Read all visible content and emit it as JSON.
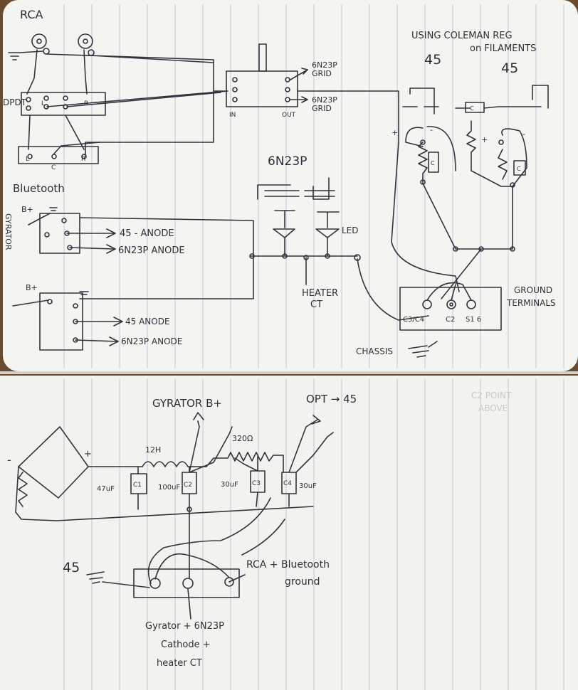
{
  "labels": {
    "rca": "RCA",
    "dpdt": "DPDT",
    "l1": "L",
    "c1": "C",
    "r1": "R",
    "bluetooth": "Bluetooth",
    "l2": "L",
    "c2": "C",
    "r2": "R",
    "grid1": "6N23P\nGRID",
    "grid2": "6N23P\nGRID",
    "in_lbl": "IN",
    "out_lbl": "OUT",
    "tube_6n23p": "6N23P",
    "led": "LED",
    "heater_ct": "HEATER\nCT",
    "using_coleman": "USING COLEMAN REG\non FILAMENTS",
    "tube45_a": "45",
    "tube45_b": "45",
    "plus_a": "+",
    "minus_a": "-",
    "plus_b": "+",
    "minus_b": "-",
    "c_a": "C",
    "c_b": "C",
    "c_c": "C",
    "ground_terminals": "GROUND\nTERMINALS",
    "c3c4": "C3/C4",
    "c2_term": "C2",
    "s1_6": "S1 6",
    "chassis": "CHASSIS",
    "gyrator": "GYRATOR",
    "b_plus_1": "B+",
    "b_plus_2": "B+",
    "anode_45_1": "45 - ANODE",
    "anode_6n23p_1": "6N23P ANODE",
    "anode_45_2": "45 ANODE",
    "anode_6n23p_2": "6N23P ANODE",
    "gyrator_bplus": "GYRATOR B+",
    "opt_45": "OPT → 45",
    "c2_point_above": "C2 POINT\nABOVE",
    "minus_rect": "-",
    "plus_rect": "+",
    "choke_12h": "12H",
    "res_320": "320Ω",
    "cap_47uf": "47uF",
    "cap_100uf": "100uF",
    "cap_30uf_a": "30uF",
    "cap_30uf_b": "30uF",
    "c1_lbl": "C1",
    "c2_lbl": "C2",
    "c3_lbl": "C3",
    "c4_lbl": "C4",
    "tube45_bottom": "45",
    "rca_bt_ground": "RCA + Bluetooth\nground",
    "gyrator_cathode": "Gyrator + 6N23P\nCathode +\nheater CT"
  }
}
